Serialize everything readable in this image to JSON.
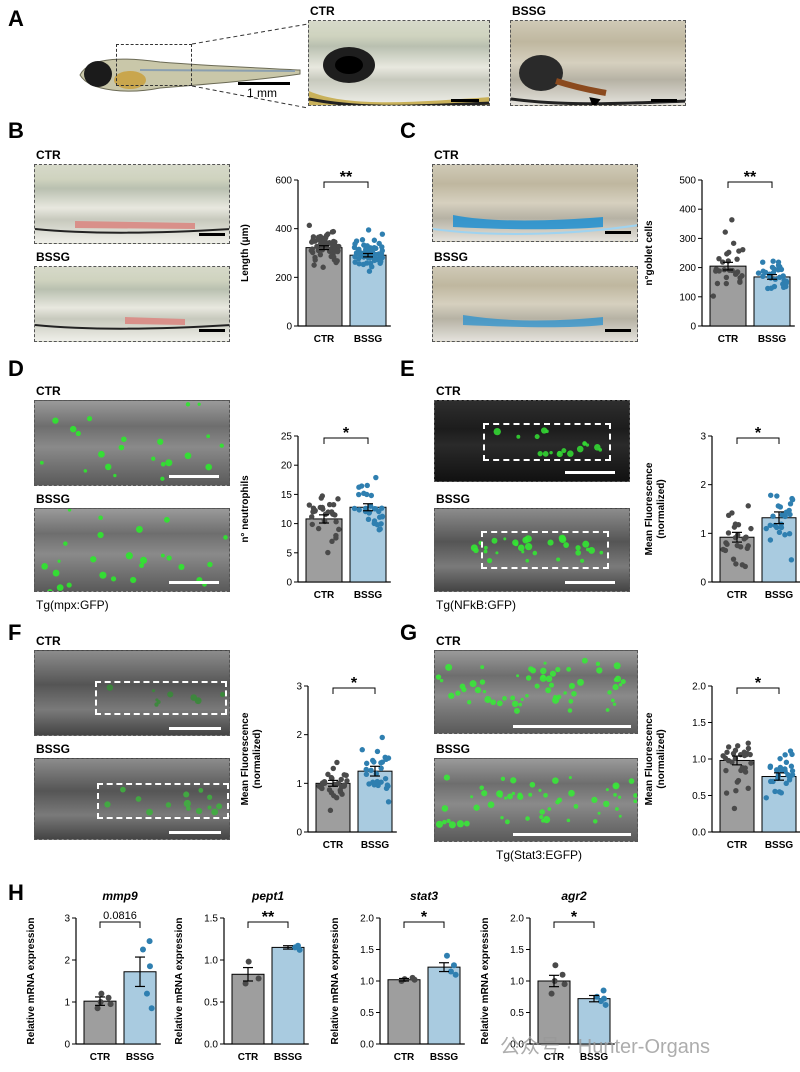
{
  "panels": {
    "A": {
      "letter": "A",
      "ctr": "CTR",
      "bssg": "BSSG",
      "scale": "1 mm"
    },
    "B": {
      "letter": "B",
      "ctr": "CTR",
      "bssg": "BSSG"
    },
    "C": {
      "letter": "C",
      "ctr": "CTR",
      "bssg": "BSSG"
    },
    "D": {
      "letter": "D",
      "ctr": "CTR",
      "bssg": "BSSG",
      "caption": "Tg(mpx:GFP)"
    },
    "E": {
      "letter": "E",
      "ctr": "CTR",
      "bssg": "BSSG",
      "caption": "Tg(NFkB:GFP)"
    },
    "F": {
      "letter": "F",
      "ctr": "CTR",
      "bssg": "BSSG"
    },
    "G": {
      "letter": "G",
      "ctr": "CTR",
      "bssg": "BSSG",
      "caption": "Tg(Stat3:EGFP)"
    },
    "H": {
      "letter": "H"
    }
  },
  "watermark": "公众号 · Hunter-Organs",
  "colors": {
    "ctr_bar": "#9e9e9e",
    "bssg_bar": "#a9cbe0",
    "ctr_dot": "#4a4a4a",
    "bssg_dot": "#2f7fb0"
  },
  "chart_data": [
    {
      "id": "B",
      "type": "bar",
      "categories": [
        "CTR",
        "BSSG"
      ],
      "values": [
        322,
        291
      ],
      "errors": [
        8,
        7
      ],
      "ylabel": "Length (μm)",
      "ylim": [
        0,
        600
      ],
      "yticks": [
        0,
        200,
        400,
        600
      ],
      "ytick_labels": [
        "0",
        "200",
        "400",
        "600"
      ],
      "significance": "**",
      "points_n": [
        60,
        60
      ],
      "spread": [
        [
          230,
          470
        ],
        [
          200,
          420
        ]
      ]
    },
    {
      "id": "C",
      "type": "bar",
      "categories": [
        "CTR",
        "BSSG"
      ],
      "values": [
        205,
        168
      ],
      "errors": [
        13,
        8
      ],
      "ylabel": "n°goblet cells",
      "ylim": [
        0,
        500
      ],
      "yticks": [
        0,
        100,
        200,
        300,
        400,
        500
      ],
      "ytick_labels": [
        "0",
        "100",
        "200",
        "300",
        "400",
        "500"
      ],
      "significance": "**",
      "points_n": [
        28,
        30
      ],
      "spread": [
        [
          95,
          390
        ],
        [
          90,
          290
        ]
      ]
    },
    {
      "id": "D",
      "type": "bar",
      "categories": [
        "CTR",
        "BSSG"
      ],
      "values": [
        10.8,
        12.8
      ],
      "errors": [
        0.7,
        0.6
      ],
      "ylabel": "n° neutrophils",
      "ylim": [
        0,
        25
      ],
      "yticks": [
        0,
        5,
        10,
        15,
        20,
        25
      ],
      "ytick_labels": [
        "0",
        "5",
        "10",
        "15",
        "20",
        "25"
      ],
      "significance": "*",
      "points_n": [
        30,
        30
      ],
      "spread": [
        [
          3,
          19.5
        ],
        [
          4,
          19
        ]
      ]
    },
    {
      "id": "E",
      "type": "bar",
      "categories": [
        "CTR",
        "BSSG"
      ],
      "values": [
        0.92,
        1.32
      ],
      "errors": [
        0.1,
        0.12
      ],
      "ylabel": "Mean Fluorescence\n(normalized)",
      "ylim": [
        0,
        3
      ],
      "yticks": [
        0,
        1,
        2,
        3
      ],
      "ytick_labels": [
        "0",
        "1",
        "2",
        "3"
      ],
      "significance": "*",
      "points_n": [
        25,
        24
      ],
      "spread": [
        [
          0.15,
          2.0
        ],
        [
          0.3,
          2.6
        ]
      ]
    },
    {
      "id": "F",
      "type": "bar",
      "categories": [
        "CTR",
        "BSSG"
      ],
      "values": [
        1.0,
        1.25
      ],
      "errors": [
        0.06,
        0.1
      ],
      "ylabel": "Mean Fluorescence\n(normalized)",
      "ylim": [
        0,
        3
      ],
      "yticks": [
        0,
        1,
        2,
        3
      ],
      "ytick_labels": [
        "0",
        "1",
        "2",
        "3"
      ],
      "significance": "*",
      "points_n": [
        30,
        28
      ],
      "spread": [
        [
          0.4,
          1.8
        ],
        [
          0.5,
          2.5
        ]
      ]
    },
    {
      "id": "G",
      "type": "bar",
      "categories": [
        "CTR",
        "BSSG"
      ],
      "values": [
        0.98,
        0.76
      ],
      "errors": [
        0.06,
        0.05
      ],
      "ylabel": "Mean Fluorescence\n(normalized)",
      "ylim": [
        0,
        2.0
      ],
      "yticks": [
        0,
        0.5,
        1.0,
        1.5,
        2.0
      ],
      "ytick_labels": [
        "0.0",
        "0.5",
        "1.0",
        "1.5",
        "2.0"
      ],
      "significance": "*",
      "points_n": [
        30,
        30
      ],
      "spread": [
        [
          0.3,
          1.7
        ],
        [
          0.25,
          1.4
        ]
      ]
    },
    {
      "id": "H1",
      "type": "bar",
      "title": "mmp9",
      "categories": [
        "CTR",
        "BSSG"
      ],
      "values": [
        1.02,
        1.72
      ],
      "errors": [
        0.1,
        0.35
      ],
      "ylabel": "Relative mRNA expression",
      "ylim": [
        0,
        3
      ],
      "yticks": [
        0,
        1,
        2,
        3
      ],
      "ytick_labels": [
        "0",
        "1",
        "2",
        "3"
      ],
      "significance": "0.0816",
      "points": [
        [
          0.85,
          0.95,
          1.0,
          1.1,
          1.2
        ],
        [
          0.85,
          1.2,
          1.85,
          2.25,
          2.45
        ]
      ]
    },
    {
      "id": "H2",
      "type": "bar",
      "title": "pept1",
      "categories": [
        "CTR",
        "BSSG"
      ],
      "values": [
        0.83,
        1.15
      ],
      "errors": [
        0.08,
        0.02
      ],
      "ylabel": "Relative mRNA expression",
      "ylim": [
        0,
        1.5
      ],
      "yticks": [
        0,
        0.5,
        1.0,
        1.5
      ],
      "ytick_labels": [
        "0.0",
        "0.5",
        "1.0",
        "1.5"
      ],
      "significance": "**",
      "points": [
        [
          0.72,
          0.78,
          0.98
        ],
        [
          1.12,
          1.15,
          1.17
        ]
      ]
    },
    {
      "id": "H3",
      "type": "bar",
      "title": "stat3",
      "categories": [
        "CTR",
        "BSSG"
      ],
      "values": [
        1.02,
        1.22
      ],
      "errors": [
        0.02,
        0.07
      ],
      "ylabel": "Relative mRNA expression",
      "ylim": [
        0,
        2.0
      ],
      "yticks": [
        0,
        0.5,
        1.0,
        1.5,
        2.0
      ],
      "ytick_labels": [
        "0.0",
        "0.5",
        "1.0",
        "1.5",
        "2.0"
      ],
      "significance": "*",
      "points": [
        [
          1.0,
          1.02,
          1.03,
          1.05
        ],
        [
          1.1,
          1.15,
          1.25,
          1.4
        ]
      ]
    },
    {
      "id": "H4",
      "type": "bar",
      "title": "agr2",
      "categories": [
        "CTR",
        "BSSG"
      ],
      "values": [
        1.0,
        0.72
      ],
      "errors": [
        0.09,
        0.05
      ],
      "ylabel": "Relative mRNA expression",
      "ylim": [
        0,
        2.0
      ],
      "yticks": [
        0,
        0.5,
        1.0,
        1.5,
        2.0
      ],
      "ytick_labels": [
        "0.0",
        "0.5",
        "1.0",
        "1.5",
        "2.0"
      ],
      "significance": "*",
      "points": [
        [
          0.8,
          0.95,
          1.0,
          1.1,
          1.25
        ],
        [
          0.62,
          0.68,
          0.72,
          0.75,
          0.85
        ]
      ]
    }
  ]
}
